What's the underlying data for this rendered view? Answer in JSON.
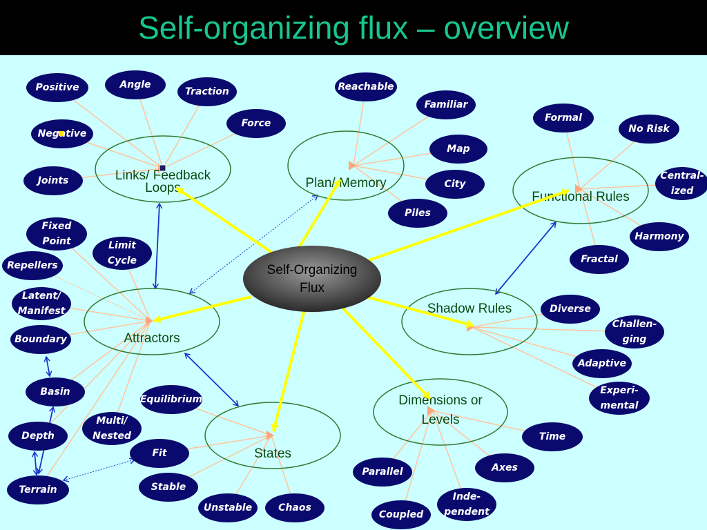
{
  "title": "Self-organizing flux – overview",
  "colors": {
    "background": "#ccffff",
    "title_bar": "#000000",
    "title_text": "#18c58f",
    "hub_stroke": "#2e7d32",
    "leaf_fill": "#0a0a6e",
    "yellow_connector": "#ffff00",
    "leaf_connector": "#ffc49b",
    "blue_connector": "#1a33cc"
  },
  "center": {
    "label": [
      "Self-Organizing",
      "Flux"
    ]
  },
  "hubs": {
    "links": [
      "Links/ Feedback",
      "Loops"
    ],
    "plan": [
      "Plan/ Memory"
    ],
    "functional": [
      "Functional Rules"
    ],
    "attractors": [
      "Attractors"
    ],
    "shadow": [
      "Shadow Rules"
    ],
    "dimensions": [
      "Dimensions or",
      "Levels"
    ],
    "states": [
      "States"
    ]
  },
  "leaves": {
    "positive": [
      "Positive"
    ],
    "angle": [
      "Angle"
    ],
    "traction": [
      "Traction"
    ],
    "force": [
      "Force"
    ],
    "negative": [
      "Negative"
    ],
    "joints": [
      "Joints"
    ],
    "reachable": [
      "Reachable"
    ],
    "familiar": [
      "Familiar"
    ],
    "map": [
      "Map"
    ],
    "city": [
      "City"
    ],
    "piles": [
      "Piles"
    ],
    "formal": [
      "Formal"
    ],
    "no_risk": [
      "No Risk"
    ],
    "centralized": [
      "Central-",
      "ized"
    ],
    "harmony": [
      "Harmony"
    ],
    "fractal": [
      "Fractal"
    ],
    "fixed_point": [
      "Fixed",
      "Point"
    ],
    "limit_cycle": [
      "Limit",
      "Cycle"
    ],
    "repellers": [
      "Repellers"
    ],
    "latent": [
      "Latent/",
      "Manifest"
    ],
    "boundary": [
      "Boundary"
    ],
    "basin": [
      "Basin"
    ],
    "depth": [
      "Depth"
    ],
    "multi": [
      "Multi/",
      "Nested"
    ],
    "terrain": [
      "Terrain"
    ],
    "diverse": [
      "Diverse"
    ],
    "challenging": [
      "Challen-",
      "ging"
    ],
    "adaptive": [
      "Adaptive"
    ],
    "experimental": [
      "Experi-",
      "mental"
    ],
    "equilibrium": [
      "Equilibrium"
    ],
    "fit": [
      "Fit"
    ],
    "stable": [
      "Stable"
    ],
    "unstable": [
      "Unstable"
    ],
    "chaos": [
      "Chaos"
    ],
    "time": [
      "Time"
    ],
    "axes": [
      "Axes"
    ],
    "parallel": [
      "Parallel"
    ],
    "coupled": [
      "Coupled"
    ],
    "independent": [
      "Inde-",
      "pendent"
    ]
  }
}
